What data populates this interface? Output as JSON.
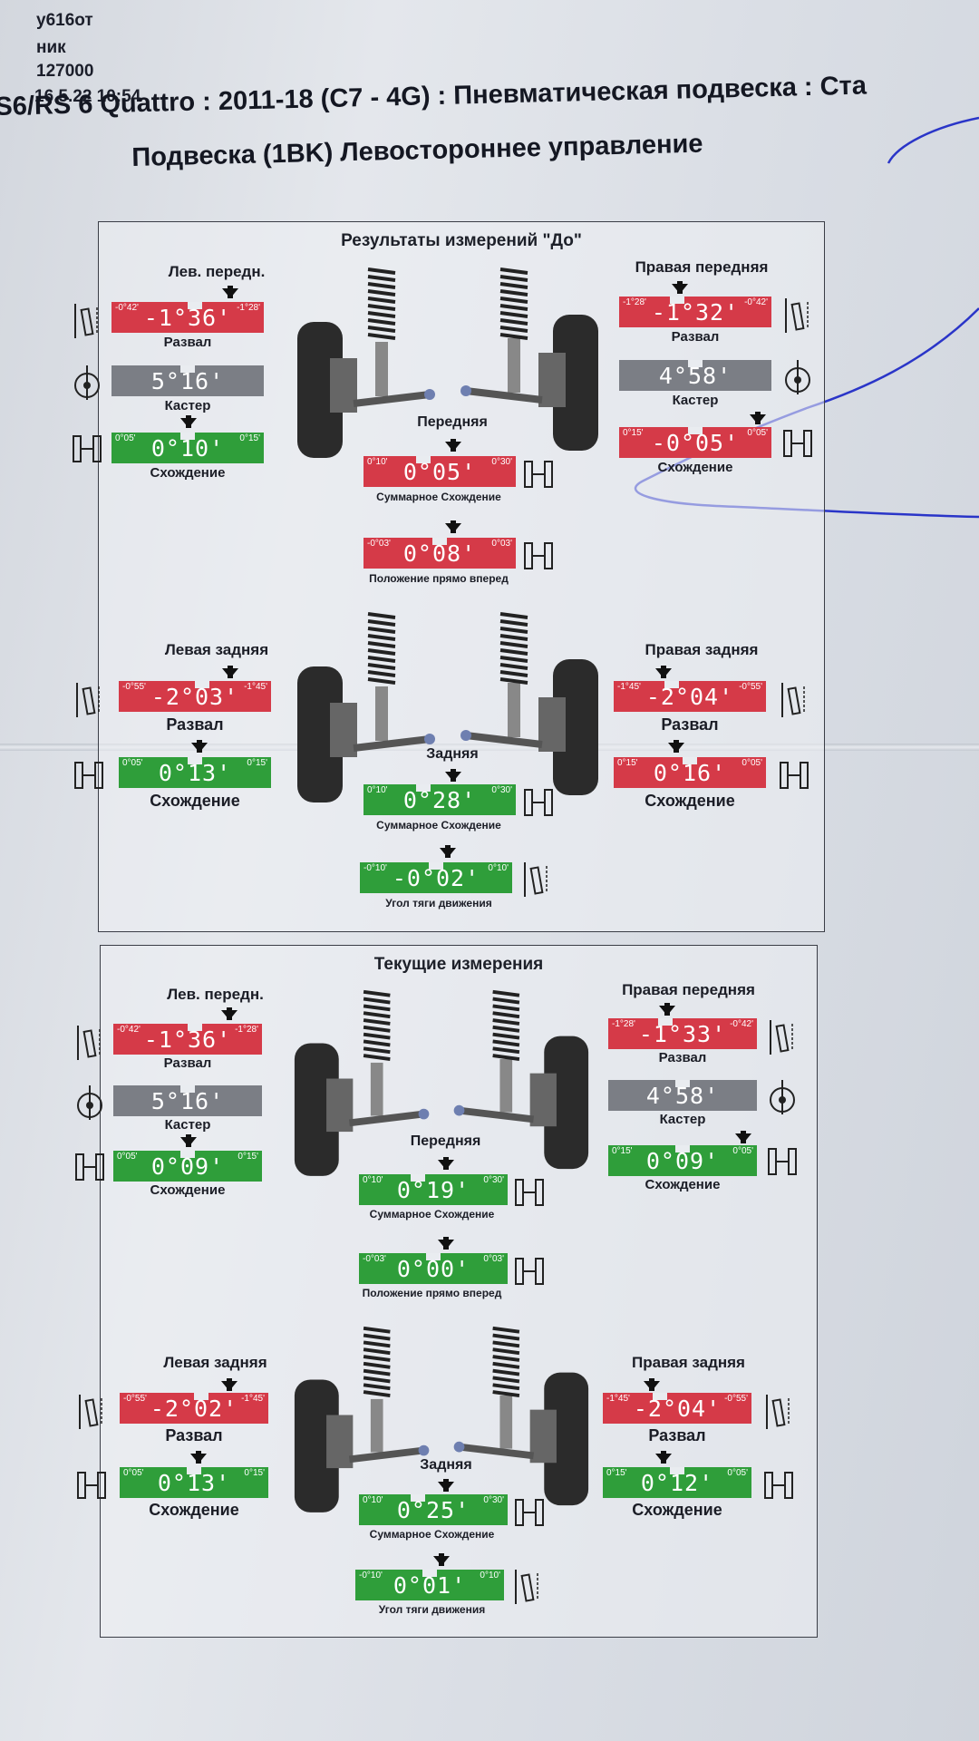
{
  "header": {
    "line1": "у616от",
    "line2": "ник",
    "line3": "127000",
    "datetime": "16.5.22 10:54",
    "title": "S6/RS 6 Quattro : 2011-18 (C7 - 4G) : Пневматическая подвеска : Ста",
    "subtitle": "Подвеска (1BK) Левостороннее управление"
  },
  "before": {
    "title": "Результаты измерений \"До\"",
    "front": "Передняя",
    "rear": "Задняя",
    "fl": {
      "label": "Лев. передн.",
      "camber": "-1°36",
      "camber_min": "-0°42'",
      "camber_max": "-1°28'",
      "camber_label": "Развал",
      "caster": "5°16",
      "caster_label": "Кастер",
      "toe": "0°10",
      "toe_min": "0°05'",
      "toe_max": "0°15'",
      "toe_label": "Схождение"
    },
    "fr": {
      "label": "Правая передняя",
      "camber": "-1°32",
      "camber_min": "-1°28'",
      "camber_max": "-0°42'",
      "camber_label": "Развал",
      "caster": "4°58",
      "caster_label": "Кастер",
      "toe": "-0°05",
      "toe_min": "0°15'",
      "toe_max": "0°05'",
      "toe_label": "Схождение"
    },
    "ftotal": {
      "value": "0°05",
      "min": "0°10'",
      "max": "0°30'",
      "label": "Суммарное Схождение"
    },
    "straight": {
      "value": "0°08",
      "min": "-0°03'",
      "max": "0°03'",
      "label": "Положение прямо вперед"
    },
    "rl": {
      "label": "Левая задняя",
      "camber": "-2°03",
      "camber_min": "-0°55'",
      "camber_max": "-1°45'",
      "camber_label": "Развал",
      "toe": "0°13",
      "toe_min": "0°05'",
      "toe_max": "0°15'",
      "toe_label": "Схождение"
    },
    "rr": {
      "label": "Правая задняя",
      "camber": "-2°04",
      "camber_min": "-1°45'",
      "camber_max": "-0°55'",
      "camber_label": "Развал",
      "toe": "0°16",
      "toe_min": "0°15'",
      "toe_max": "0°05'",
      "toe_label": "Схождение"
    },
    "rtotal": {
      "value": "0°28",
      "min": "0°10'",
      "max": "0°30'",
      "label": "Суммарное Схождение"
    },
    "thrust": {
      "value": "-0°02",
      "min": "-0°10'",
      "max": "0°10'",
      "label": "Угол тяги движения"
    }
  },
  "current": {
    "title": "Текущие измерения",
    "front": "Передняя",
    "rear": "Задняя",
    "fl": {
      "label": "Лев. передн.",
      "camber": "-1°36",
      "camber_min": "-0°42'",
      "camber_max": "-1°28'",
      "camber_label": "Развал",
      "caster": "5°16",
      "caster_label": "Кастер",
      "toe": "0°09",
      "toe_min": "0°05'",
      "toe_max": "0°15'",
      "toe_label": "Схождение"
    },
    "fr": {
      "label": "Правая передняя",
      "camber": "-1°33",
      "camber_min": "-1°28'",
      "camber_max": "-0°42'",
      "camber_label": "Развал",
      "caster": "4°58",
      "caster_label": "Кастер",
      "toe": "0°09",
      "toe_min": "0°15'",
      "toe_max": "0°05'",
      "toe_label": "Схождение"
    },
    "ftotal": {
      "value": "0°19",
      "min": "0°10'",
      "max": "0°30'",
      "label": "Суммарное Схождение"
    },
    "straight": {
      "value": "0°00",
      "min": "-0°03'",
      "max": "0°03'",
      "label": "Положение прямо вперед"
    },
    "rl": {
      "label": "Левая задняя",
      "camber": "-2°02",
      "camber_min": "-0°55'",
      "camber_max": "-1°45'",
      "camber_label": "Развал",
      "toe": "0°13",
      "toe_min": "0°05'",
      "toe_max": "0°15'",
      "toe_label": "Схождение"
    },
    "rr": {
      "label": "Правая задняя",
      "camber": "-2°04",
      "camber_min": "-1°45'",
      "camber_max": "-0°55'",
      "camber_label": "Развал",
      "toe": "0°12",
      "toe_min": "0°15'",
      "toe_max": "0°05'",
      "toe_label": "Схождение"
    },
    "rtotal": {
      "value": "0°25",
      "min": "0°10'",
      "max": "0°30'",
      "label": "Суммарное Схождение"
    },
    "thrust": {
      "value": "0°01",
      "min": "-0°10'",
      "max": "0°10'",
      "label": "Угол тяги движения"
    }
  },
  "colors": {
    "out_of_spec": "#d53a48",
    "in_spec": "#2f9e3a",
    "no_spec": "#7b7e85",
    "pen": "#2a35c8"
  }
}
